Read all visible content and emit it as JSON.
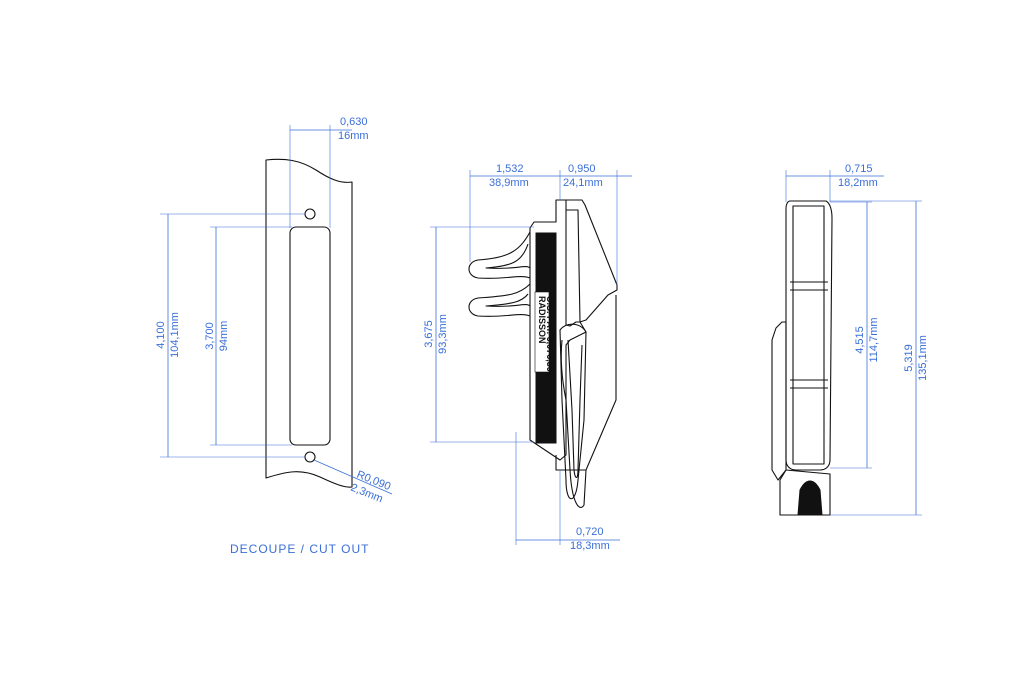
{
  "views": {
    "cutout": {
      "caption": "DECOUPE / CUT OUT",
      "dims": {
        "width_in": "0,630",
        "width_mm": "16mm",
        "height_in": "4,100",
        "height_mm": "104,1mm",
        "slot_in": "3,700",
        "slot_mm": "94mm",
        "radius_in": "R0,090",
        "radius_mm": "2,3mm"
      }
    },
    "side": {
      "label_line1": "RADISSON",
      "label_line2": "U.S. PAT. 6,076,304",
      "dims": {
        "depth_in": "1,532",
        "depth_mm": "38,9mm",
        "handle_in": "0,950",
        "handle_mm": "24,1mm",
        "body_in": "3,675",
        "body_mm": "93,3mm",
        "base_in": "0,720",
        "base_mm": "18,3mm"
      }
    },
    "front": {
      "dims": {
        "width_in": "0,715",
        "width_mm": "18,2mm",
        "inner_in": "4,515",
        "inner_mm": "114,7mm",
        "overall_in": "5,319",
        "overall_mm": "135,1mm"
      }
    }
  }
}
